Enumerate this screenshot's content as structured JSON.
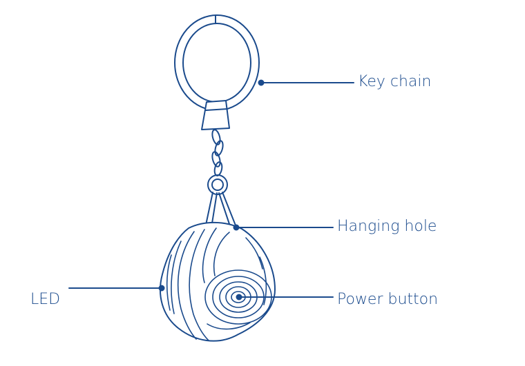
{
  "colors": {
    "stroke": "#1a4a8c",
    "text": "#1a4a8c",
    "fill": "#ffffff"
  },
  "labels": {
    "key_chain": "Key chain",
    "hanging_hole": "Hanging hole",
    "power_button": "Power button",
    "led": "LED"
  }
}
